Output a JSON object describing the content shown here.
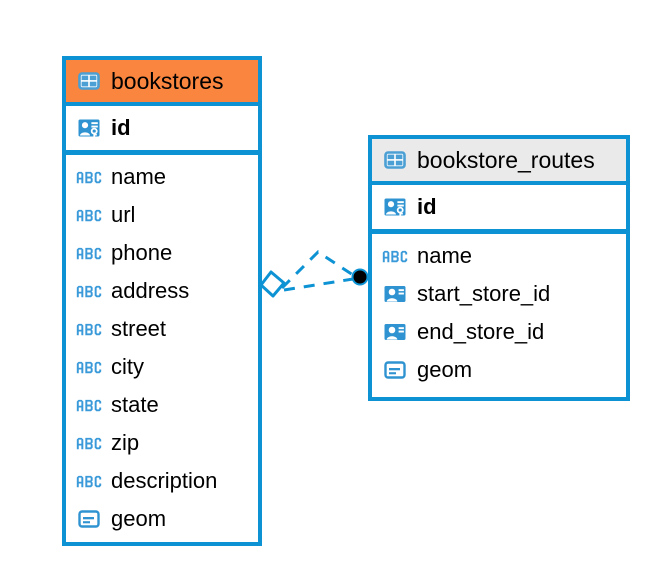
{
  "diagram": {
    "type": "entity-relationship-diagram",
    "background": "#ffffff",
    "accent_blue": "#0d93d4",
    "accent_orange": "#f9853f",
    "header_gray": "#eaeaea",
    "text_color": "#000000"
  },
  "tables": [
    {
      "name": "bookstores",
      "header_style": "orange",
      "icon": "table-icon",
      "primary_key": {
        "label": "id",
        "icon": "primary-key-icon",
        "type": "pk"
      },
      "fields": [
        {
          "label": "name",
          "icon": "abc-text-icon",
          "type": "text"
        },
        {
          "label": "url",
          "icon": "abc-text-icon",
          "type": "text"
        },
        {
          "label": "phone",
          "icon": "abc-text-icon",
          "type": "text"
        },
        {
          "label": "address",
          "icon": "abc-text-icon",
          "type": "text"
        },
        {
          "label": "street",
          "icon": "abc-text-icon",
          "type": "text"
        },
        {
          "label": "city",
          "icon": "abc-text-icon",
          "type": "text"
        },
        {
          "label": "state",
          "icon": "abc-text-icon",
          "type": "text"
        },
        {
          "label": "zip",
          "icon": "abc-text-icon",
          "type": "text"
        },
        {
          "label": "description",
          "icon": "abc-text-icon",
          "type": "text"
        },
        {
          "label": "geom",
          "icon": "geometry-icon",
          "type": "geometry"
        }
      ]
    },
    {
      "name": "bookstore_routes",
      "header_style": "gray",
      "icon": "table-icon",
      "primary_key": {
        "label": "id",
        "icon": "primary-key-icon",
        "type": "pk"
      },
      "fields": [
        {
          "label": "name",
          "icon": "abc-text-icon",
          "type": "text"
        },
        {
          "label": "start_store_id",
          "icon": "foreign-key-icon",
          "type": "fk"
        },
        {
          "label": "end_store_id",
          "icon": "foreign-key-icon",
          "type": "fk"
        },
        {
          "label": "geom",
          "icon": "geometry-icon",
          "type": "geometry"
        }
      ]
    }
  ],
  "relationship": {
    "from_table": "bookstores",
    "to_table": "bookstore_routes",
    "line_style": "dashed",
    "line_color": "#0d93d4",
    "source_marker": "diamond-open-marker",
    "target_marker": "filled-circle-marker",
    "target_marker_fill": "#000000"
  }
}
